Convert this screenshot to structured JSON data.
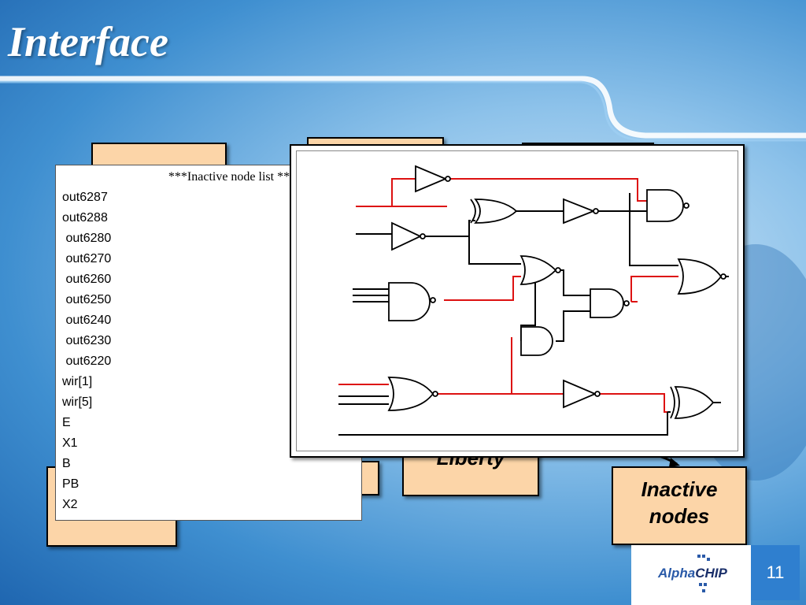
{
  "slide": {
    "title": "Interface",
    "page_number": "11"
  },
  "inactive_list": {
    "header": "***Inactive node list ***",
    "items": [
      "out6287",
      "out6288",
      " out6280",
      " out6270",
      " out6260",
      " out6250",
      " out6240",
      " out6230",
      " out6220",
      "wir[1]",
      "wir[5]",
      "E",
      "X1",
      "B",
      "PB",
      "X2"
    ]
  },
  "boxes": {
    "liberty_label": "Liberty",
    "inactive_nodes_label_line1": "Inactive",
    "inactive_nodes_label_line2": "nodes"
  },
  "logo": {
    "text_alpha": "Alpha",
    "text_chip": "CHIP"
  },
  "colors": {
    "box_fill": "#fcd5a8",
    "wire_active": "#000000",
    "wire_inactive": "#dd1111",
    "slide_blue": "#2f7fcf"
  }
}
